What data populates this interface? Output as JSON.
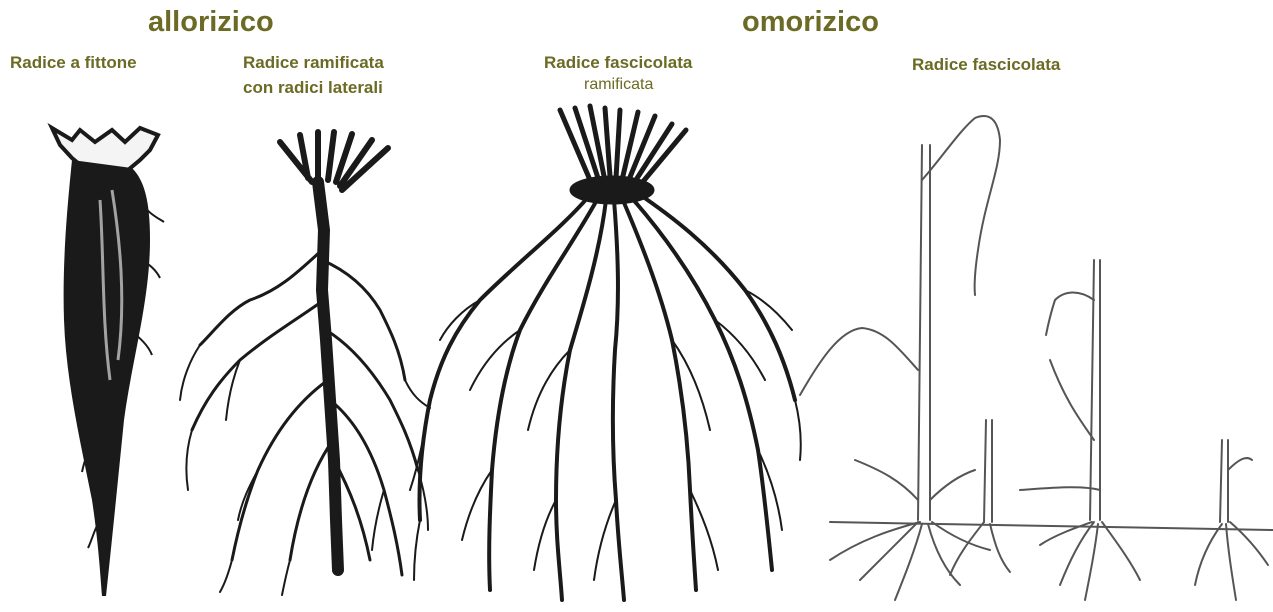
{
  "headings": {
    "allorizico": "allorizico",
    "omorizico": "omorizico"
  },
  "labels": {
    "taproot": "Radice a fittone",
    "branched_line1": "Radice ramificata",
    "branched_line2": "con radici laterali",
    "fascicled_branched": "Radice fascicolata",
    "fascicled_branched_sub": "ramificata",
    "fascicled": "Radice fascicolata"
  },
  "colors": {
    "label_text": "#6b6b25",
    "drawing_ink": "#1a1a1a",
    "grass_ink": "#555555"
  }
}
